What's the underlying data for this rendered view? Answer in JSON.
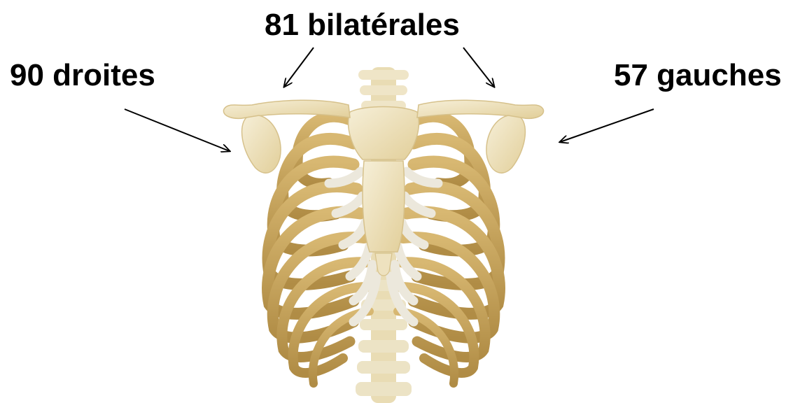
{
  "labels": {
    "bilateral": "81 bilatérales",
    "right": "90 droites",
    "left": "57 gauches"
  },
  "colors": {
    "bone_light": "#f1e7c9",
    "bone_mid": "#e6d39e",
    "rib_gold": "#c9a55a",
    "rib_dark": "#a9863f",
    "cartilage": "#ece8dc",
    "arrow": "#000000",
    "background": "#ffffff"
  }
}
